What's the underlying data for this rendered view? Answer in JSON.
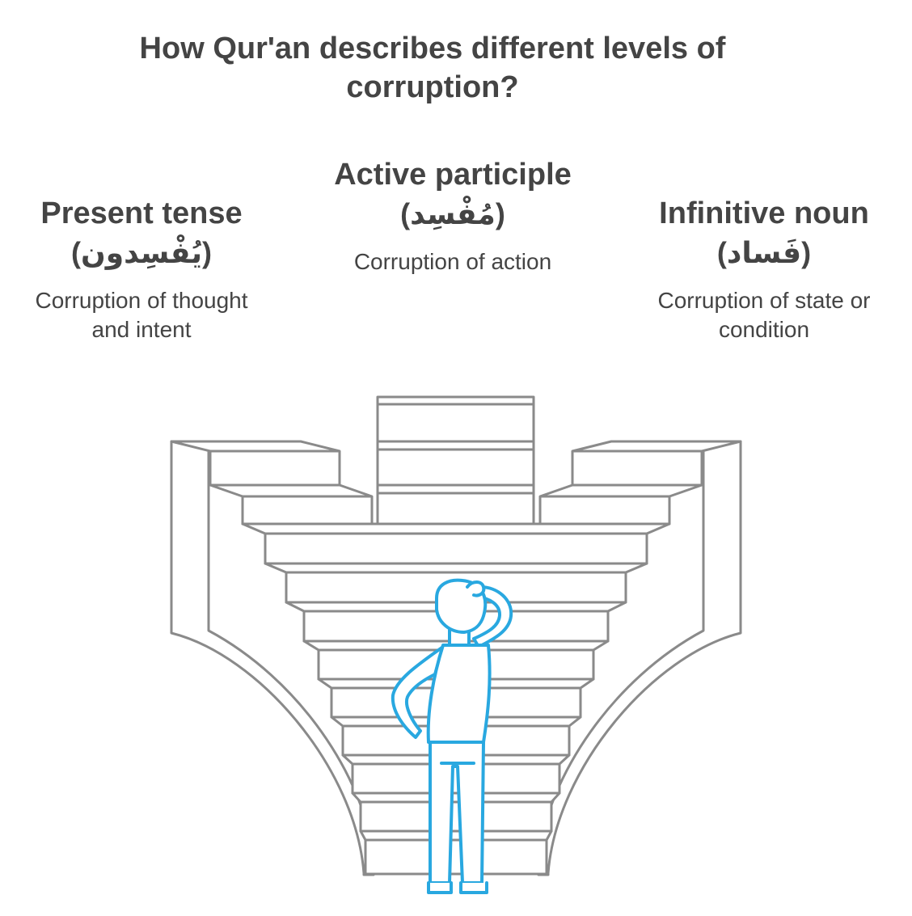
{
  "title": "How Qur'an describes different levels of corruption?",
  "columns": [
    {
      "heading": "Present tense",
      "arabic": "(يُفْسِدون)",
      "description": "Corruption of thought and intent"
    },
    {
      "heading": "Active participle",
      "arabic": "(مُفْسِد)",
      "description": "Corruption of action"
    },
    {
      "heading": "Infinitive noun",
      "arabic": "(فَساد)",
      "description": "Corruption of state or condition"
    }
  ],
  "colors": {
    "stairs": "#8a8a8a",
    "person": "#29a8e0",
    "text": "#444444"
  },
  "icons": [
    "staircase-illustration",
    "thinking-person-icon"
  ]
}
